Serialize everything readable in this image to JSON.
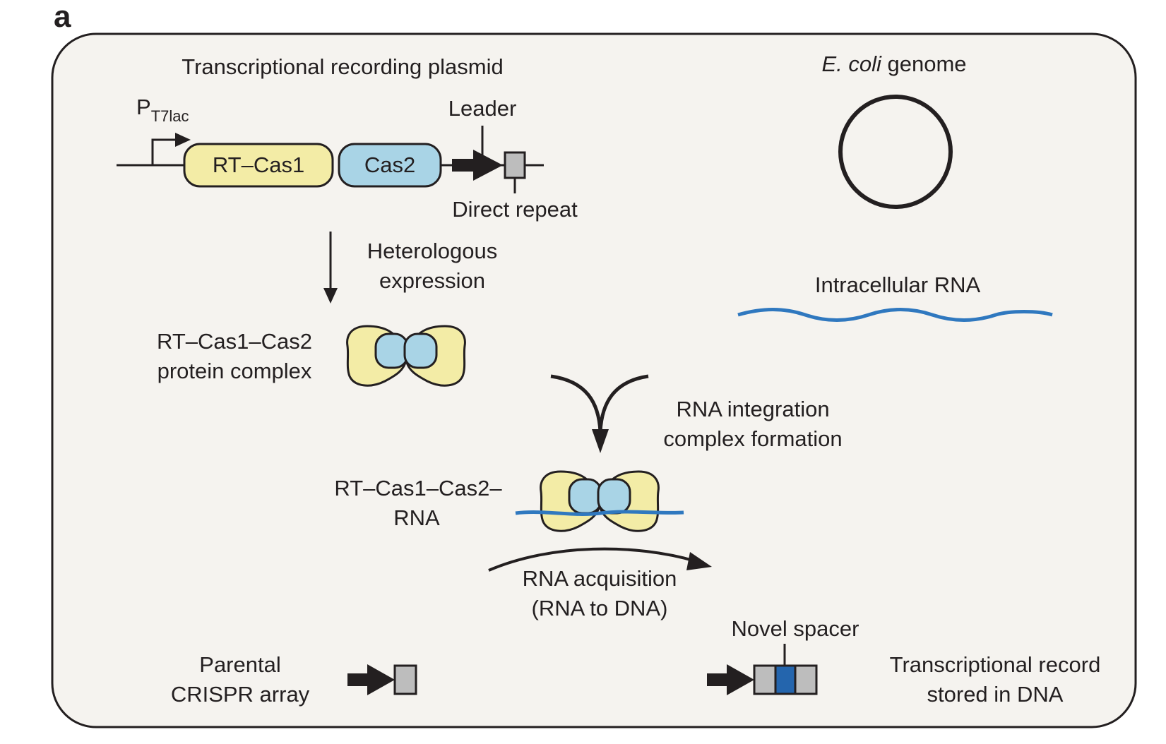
{
  "panel_letter": "a",
  "colors": {
    "panel_bg": "#f5f3ef",
    "outline": "#231f20",
    "yellow_domain": "#f3eca6",
    "blue_domain": "#a9d4e6",
    "rna_blue": "#2f78bf",
    "spacer_blue": "#2465ad",
    "repeat_grey": "#bdbdbd"
  },
  "plasmid": {
    "title": "Transcriptional recording plasmid",
    "promoter_main": "P",
    "promoter_sub": "T7lac",
    "gene1": "RT–Cas1",
    "gene2": "Cas2",
    "leader": "Leader",
    "direct_repeat": "Direct repeat"
  },
  "genome": {
    "title_italic": "E. coli",
    "title_rest": " genome"
  },
  "intracellular_rna": "Intracellular RNA",
  "step_expression": [
    "Heterologous",
    "expression"
  ],
  "complex_label": [
    "RT–Cas1–Cas2",
    "protein complex"
  ],
  "step_integration": [
    "RNA integration",
    "complex formation"
  ],
  "complex_rna_label": [
    "RT–Cas1–Cas2–",
    "RNA"
  ],
  "step_acquisition": [
    "RNA acquisition",
    "(RNA to DNA)"
  ],
  "parental_array": [
    "Parental",
    "CRISPR array"
  ],
  "novel_spacer": "Novel spacer",
  "record_label": [
    "Transcriptional record",
    "stored in DNA"
  ],
  "icons": [
    "arrow-down-icon",
    "merge-arrow-icon",
    "curved-arrow-icon",
    "promoter-arrow-icon",
    "circle-genome-icon",
    "rna-wave-icon"
  ]
}
